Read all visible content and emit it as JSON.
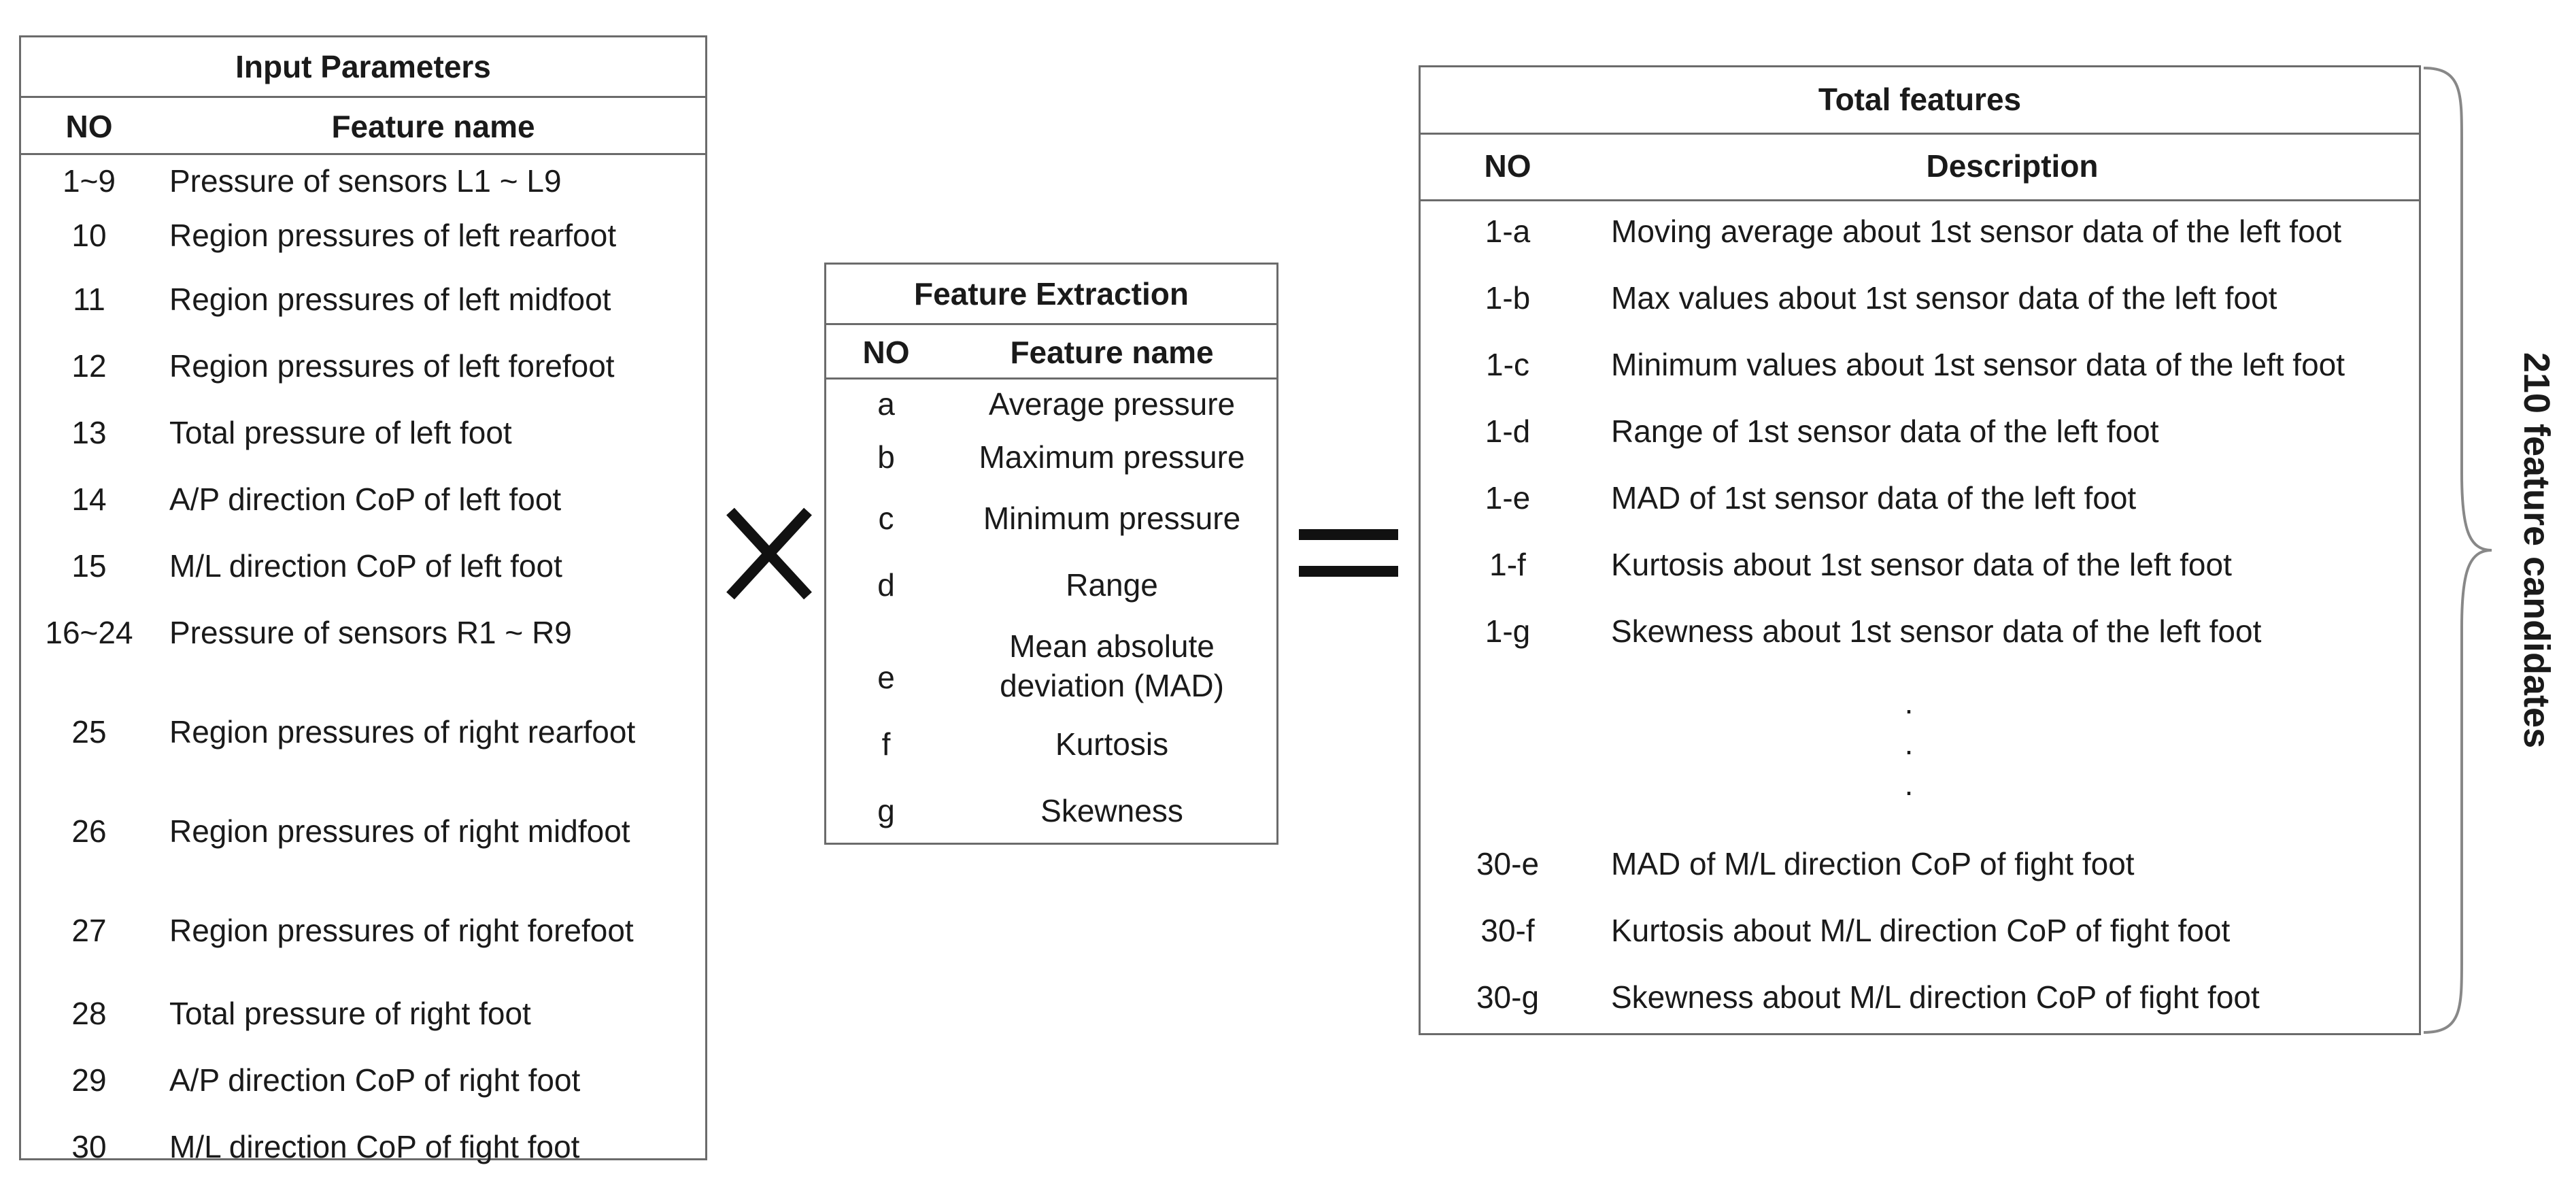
{
  "input_parameters": {
    "title": "Input Parameters",
    "col_no": "NO",
    "col_name": "Feature name",
    "rows": [
      {
        "no": "1~9",
        "name": "Pressure of sensors L1 ~ L9"
      },
      {
        "no": "10",
        "name": "Region pressures of left rearfoot"
      },
      {
        "no": "11",
        "name": "Region pressures of left midfoot"
      },
      {
        "no": "12",
        "name": "Region pressures of left forefoot"
      },
      {
        "no": "13",
        "name": "Total pressure of left foot"
      },
      {
        "no": "14",
        "name": "A/P direction CoP of left foot"
      },
      {
        "no": "15",
        "name": "M/L direction CoP of left foot"
      },
      {
        "no": "16~24",
        "name": "Pressure of sensors R1 ~ R9"
      },
      {
        "no": "25",
        "name": "Region pressures of right rearfoot"
      },
      {
        "no": "26",
        "name": "Region pressures of right midfoot"
      },
      {
        "no": "27",
        "name": "Region pressures of right forefoot"
      },
      {
        "no": "28",
        "name": "Total pressure of right foot"
      },
      {
        "no": "29",
        "name": "A/P direction CoP of right foot"
      },
      {
        "no": "30",
        "name": "M/L direction CoP of fight foot"
      }
    ]
  },
  "feature_extraction": {
    "title": "Feature Extraction",
    "col_no": "NO",
    "col_name": "Feature name",
    "rows": [
      {
        "no": "a",
        "name": "Average pressure"
      },
      {
        "no": "b",
        "name": "Maximum pressure"
      },
      {
        "no": "c",
        "name": "Minimum pressure"
      },
      {
        "no": "d",
        "name": "Range"
      },
      {
        "no": "e",
        "name": "Mean absolute",
        "name2": "deviation (MAD)"
      },
      {
        "no": "f",
        "name": "Kurtosis"
      },
      {
        "no": "g",
        "name": "Skewness"
      }
    ]
  },
  "total_features": {
    "title": "Total features",
    "col_no": "NO",
    "col_desc": "Description",
    "rows": [
      {
        "no": "1-a",
        "desc": "Moving average about 1st sensor data of the left foot"
      },
      {
        "no": "1-b",
        "desc": "Max values about 1st sensor data of the left foot"
      },
      {
        "no": "1-c",
        "desc": "Minimum values about 1st sensor data of the left foot"
      },
      {
        "no": "1-d",
        "desc": "Range of 1st sensor data of the left foot"
      },
      {
        "no": "1-e",
        "desc": "MAD of 1st sensor data of the left foot"
      },
      {
        "no": "1-f",
        "desc": "Kurtosis about 1st sensor data of the left foot"
      },
      {
        "no": "1-g",
        "desc": "Skewness about 1st sensor data of the left foot"
      },
      {
        "no": "30-e",
        "desc": "MAD of M/L direction CoP of fight foot"
      },
      {
        "no": "30-f",
        "desc": "Kurtosis about M/L direction CoP of fight foot"
      },
      {
        "no": "30-g",
        "desc": "Skewness about M/L direction CoP of fight foot"
      }
    ],
    "ellipsis": ".",
    "total_label": "210 feature candidates"
  },
  "operators": {
    "multiply": "multiply-sign",
    "equals": "equals-sign"
  }
}
